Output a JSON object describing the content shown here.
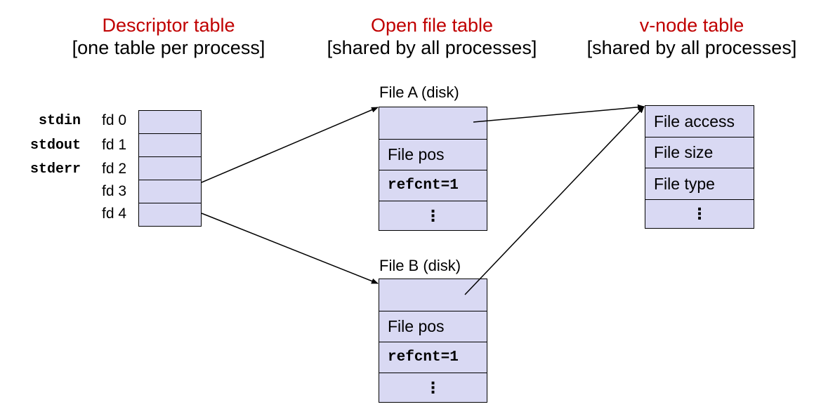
{
  "headings": [
    {
      "title": "Descriptor table",
      "subtitle": "[one table per process]"
    },
    {
      "title": "Open file table",
      "subtitle": "[shared by all processes]"
    },
    {
      "title": "v-node table",
      "subtitle": "[shared by all processes]"
    }
  ],
  "descriptor": {
    "std_labels": [
      "stdin",
      "stdout",
      "stderr"
    ],
    "fd_labels": [
      "fd 0",
      "fd 1",
      "fd 2",
      "fd 3",
      "fd 4"
    ]
  },
  "file_a": {
    "caption": "File A (disk)",
    "pos": "File pos",
    "refcnt": "refcnt=1",
    "more": "⋮"
  },
  "file_b": {
    "caption": "File B (disk)",
    "pos": "File pos",
    "refcnt": "refcnt=1",
    "more": "⋮"
  },
  "vnode": {
    "rows": [
      "File access",
      "File size",
      "File type"
    ],
    "more": "⋮"
  },
  "colors": {
    "title": "#c00000",
    "cell": "#d9d9f3",
    "line": "#000000"
  }
}
